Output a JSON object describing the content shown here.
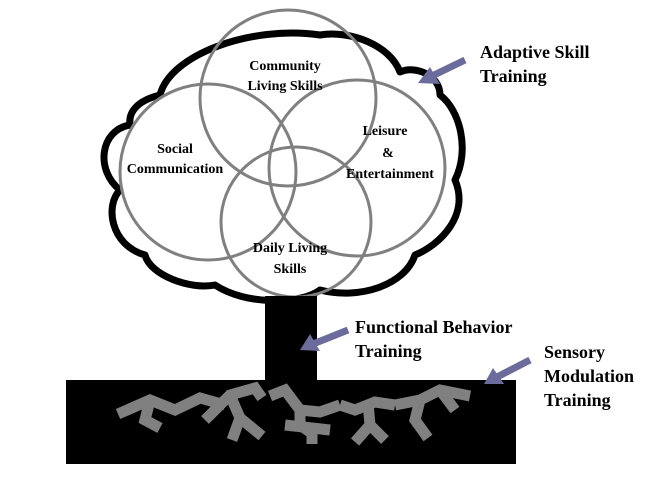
{
  "diagram": {
    "circles": {
      "community": {
        "line1": "Community",
        "line2": "Living Skills"
      },
      "social": {
        "line1": "Social",
        "line2": "Communication"
      },
      "leisure": {
        "line1": "Leisure",
        "line2": "&",
        "line3": "Entertainment"
      },
      "daily": {
        "line1": "Daily Living",
        "line2": "Skills"
      }
    },
    "labels": {
      "adaptive": {
        "line1": "Adaptive Skill",
        "line2": "Training"
      },
      "functional": {
        "line1": "Functional Behavior",
        "line2": "Training"
      },
      "sensory": {
        "line1": "Sensory",
        "line2": "Modulation",
        "line3": "Training"
      }
    },
    "colors": {
      "outline": "#000000",
      "circles": "#808080",
      "roots": "#808080",
      "arrows": "#6b6b9c"
    }
  }
}
